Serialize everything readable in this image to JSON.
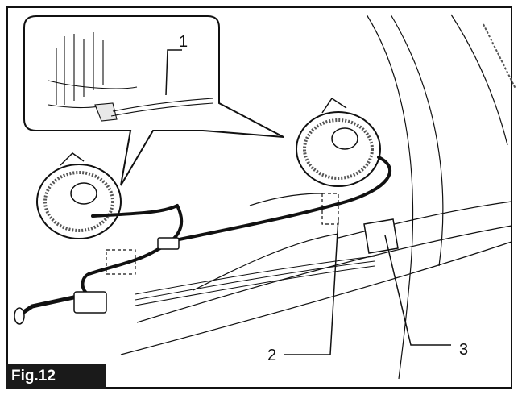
{
  "figure": {
    "label": "Fig.12",
    "callouts": [
      {
        "number": "1",
        "part": "cable-connector"
      },
      {
        "number": "2",
        "part": "clip-position"
      },
      {
        "number": "3",
        "part": "adhesive-pad"
      }
    ]
  },
  "colors": {
    "line": "#111111",
    "label_bg": "#1a1a1a",
    "label_text": "#ffffff",
    "background": "#ffffff"
  }
}
